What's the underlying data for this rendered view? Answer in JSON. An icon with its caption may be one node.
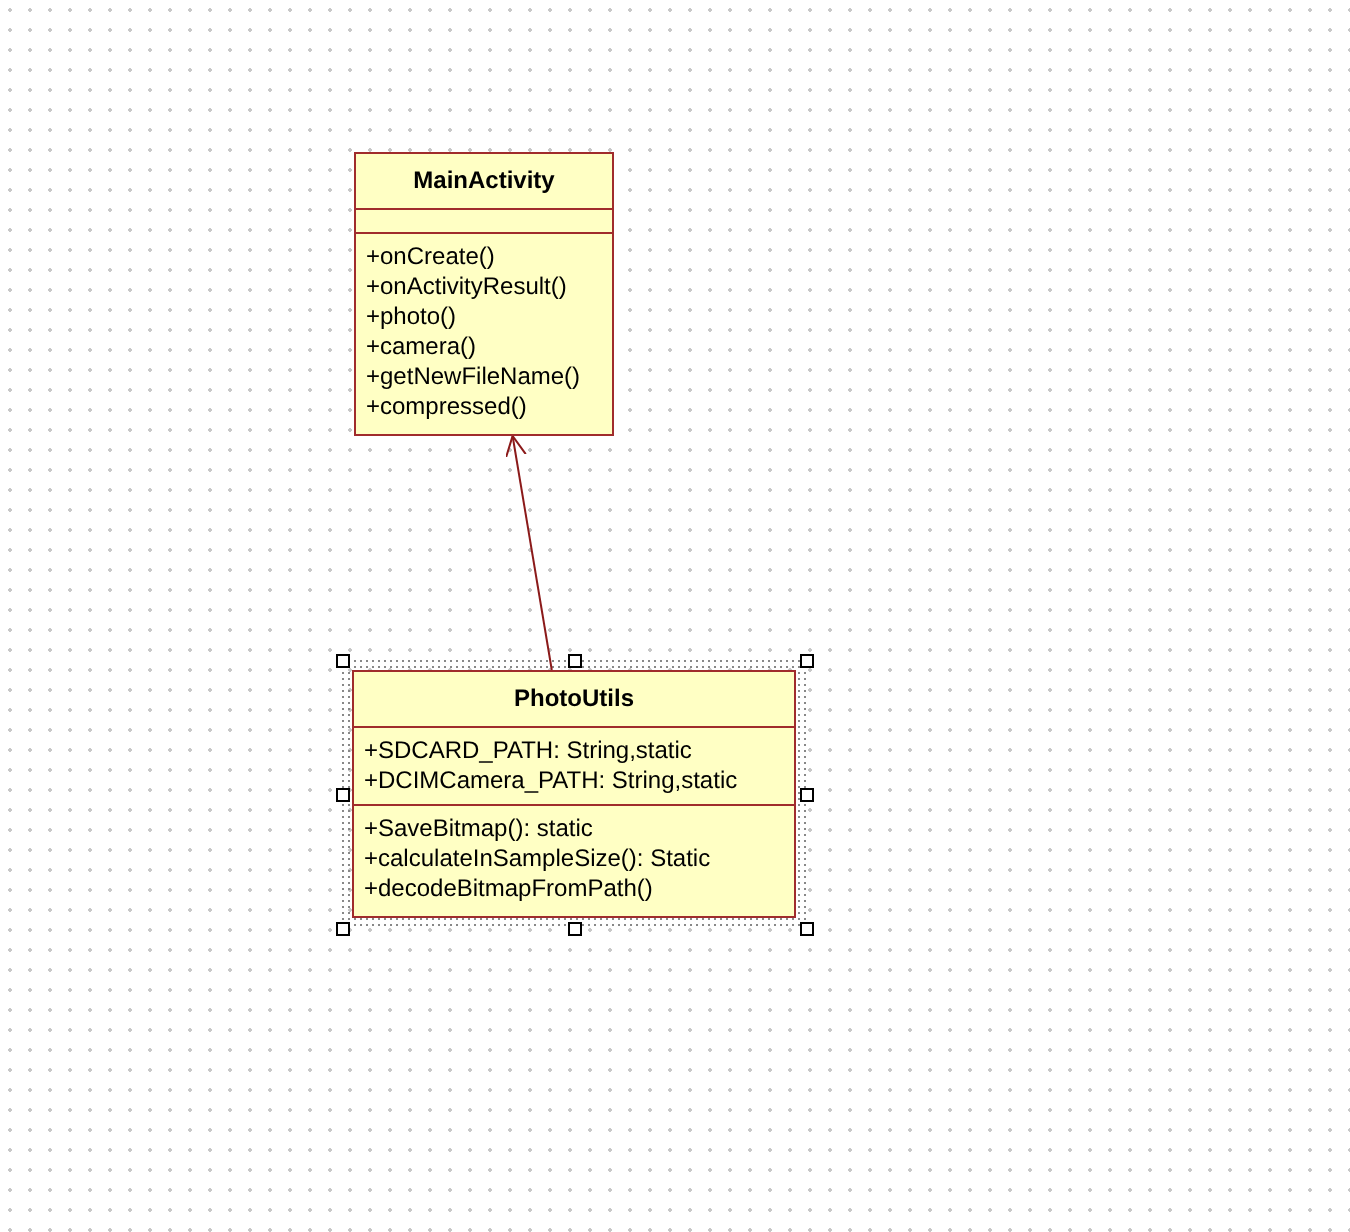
{
  "diagram": {
    "nodes": [
      {
        "text": [
          "MainActivity",
          "+onCreate()",
          "+onActivityResult()",
          "+photo()",
          "+camera()",
          "+getNewFileName()",
          "+compressed()"
        ]
      },
      {
        "text": [
          "PhotoUtils",
          "+SDCARD_PATH: String,static",
          "+DCIMCamera_PATH: String,static",
          "+SaveBitmap(): static",
          "+calculateInSampleSize(): Static",
          "+decodeBitmapFromPath()"
        ]
      }
    ],
    "edges": [
      {
        "from": 1,
        "to": 0,
        "arrow": "to"
      }
    ]
  }
}
